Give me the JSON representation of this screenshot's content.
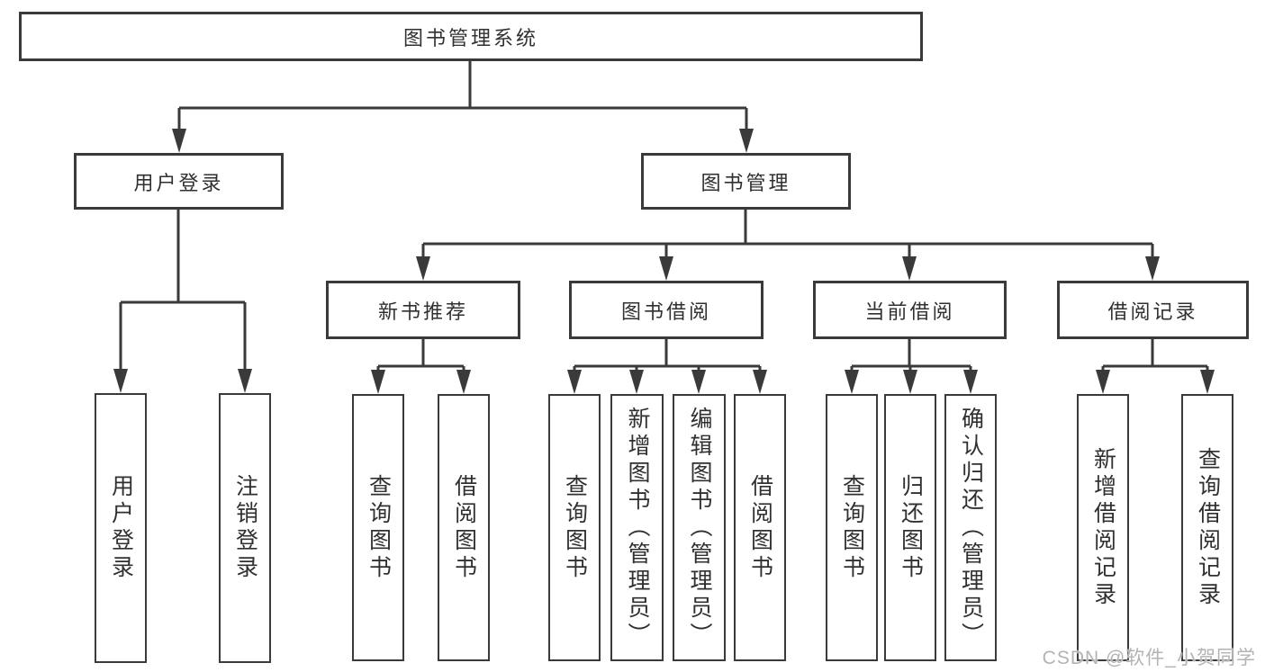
{
  "diagram": {
    "root": {
      "label": "图书管理系统"
    },
    "user_login": {
      "label": "用户登录",
      "children": [
        {
          "label": "用户登录"
        },
        {
          "label": "注销登录"
        }
      ]
    },
    "book_mgmt": {
      "label": "图书管理",
      "sections": [
        {
          "label": "新书推荐",
          "children": [
            {
              "label": "查询图书"
            },
            {
              "label": "借阅图书"
            }
          ]
        },
        {
          "label": "图书借阅",
          "children": [
            {
              "label": "查询图书"
            },
            {
              "label": "新增图书（管理员）"
            },
            {
              "label": "编辑图书（管理员）"
            },
            {
              "label": "借阅图书"
            }
          ]
        },
        {
          "label": "当前借阅",
          "children": [
            {
              "label": "查询图书"
            },
            {
              "label": "归还图书"
            },
            {
              "label": "确认归还（管理员）"
            }
          ]
        },
        {
          "label": "借阅记录",
          "children": [
            {
              "label": "新增借阅记录"
            },
            {
              "label": "查询借阅记录"
            }
          ]
        }
      ]
    },
    "watermark": "CSDN @软件_小贺同学",
    "colors": {
      "line": "#3a3a3a",
      "text": "#303030",
      "background": "#ffffff",
      "watermark": "#b3b3b3"
    }
  }
}
